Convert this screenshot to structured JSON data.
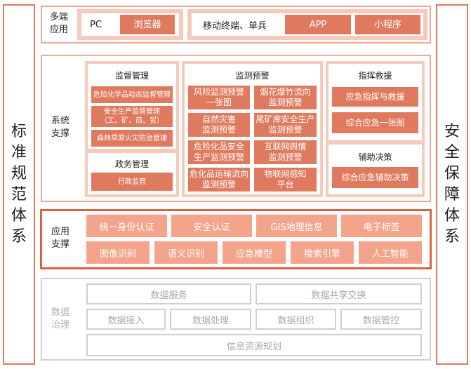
{
  "left_side": "标准规范体系",
  "right_side": "安全保障体系",
  "multi_end": {
    "label_line1": "多端",
    "label_line2": "应用",
    "pc": "PC",
    "browser": "浏览器",
    "mobile": "移动终端、单兵",
    "app": "APP",
    "mini": "小程序"
  },
  "system": {
    "label_line1": "系统",
    "label_line2": "支撑",
    "supervision": {
      "title": "监督管理",
      "items": [
        "危险化学品动态监督管理",
        "安全生产监督管理\n（工、矿、商、贸）",
        "森林草原火灾防治管理"
      ]
    },
    "gov": {
      "title": "政务管理",
      "items": [
        "行政监管"
      ]
    },
    "monitor": {
      "title": "监测预警",
      "items": [
        "风险监测预警\n一张图",
        "烟花爆竹流向\n监测预警",
        "自然灾害\n监测预警",
        "尾矿库安全生产\n监测预警",
        "危险化品安全\n生产监测预警",
        "互联网舆情\n监测预警",
        "危化品运输流向\n监测预警",
        "物联网感知\n平台"
      ]
    },
    "command": {
      "title": "指挥救援",
      "items": [
        "应急指挥与救援",
        "综合应急一张图"
      ]
    },
    "decision": {
      "title": "辅助决策",
      "items": [
        "综合应急辅助决策"
      ]
    }
  },
  "app_support": {
    "label_line1": "应用",
    "label_line2": "支撑",
    "row1": [
      "统一身份认证",
      "安全认证",
      "GIS地理信息",
      "电子标签"
    ],
    "row2": [
      "图像识别",
      "语义识别",
      "应急模型",
      "搜索引擎",
      "人工智能"
    ]
  },
  "data_gov": {
    "label_line1": "数据",
    "label_line2": "治理",
    "row1": [
      "数据服务",
      "数据共享交换"
    ],
    "row2": [
      "数据接入",
      "数据处理",
      "数据组织",
      "数据管控"
    ],
    "row3": [
      "信息资源规划"
    ]
  },
  "colors": {
    "accent": "#e07a5f",
    "light": "#f4a48b",
    "panel": "#f6c9bb",
    "grey": "#cfcfcf"
  }
}
